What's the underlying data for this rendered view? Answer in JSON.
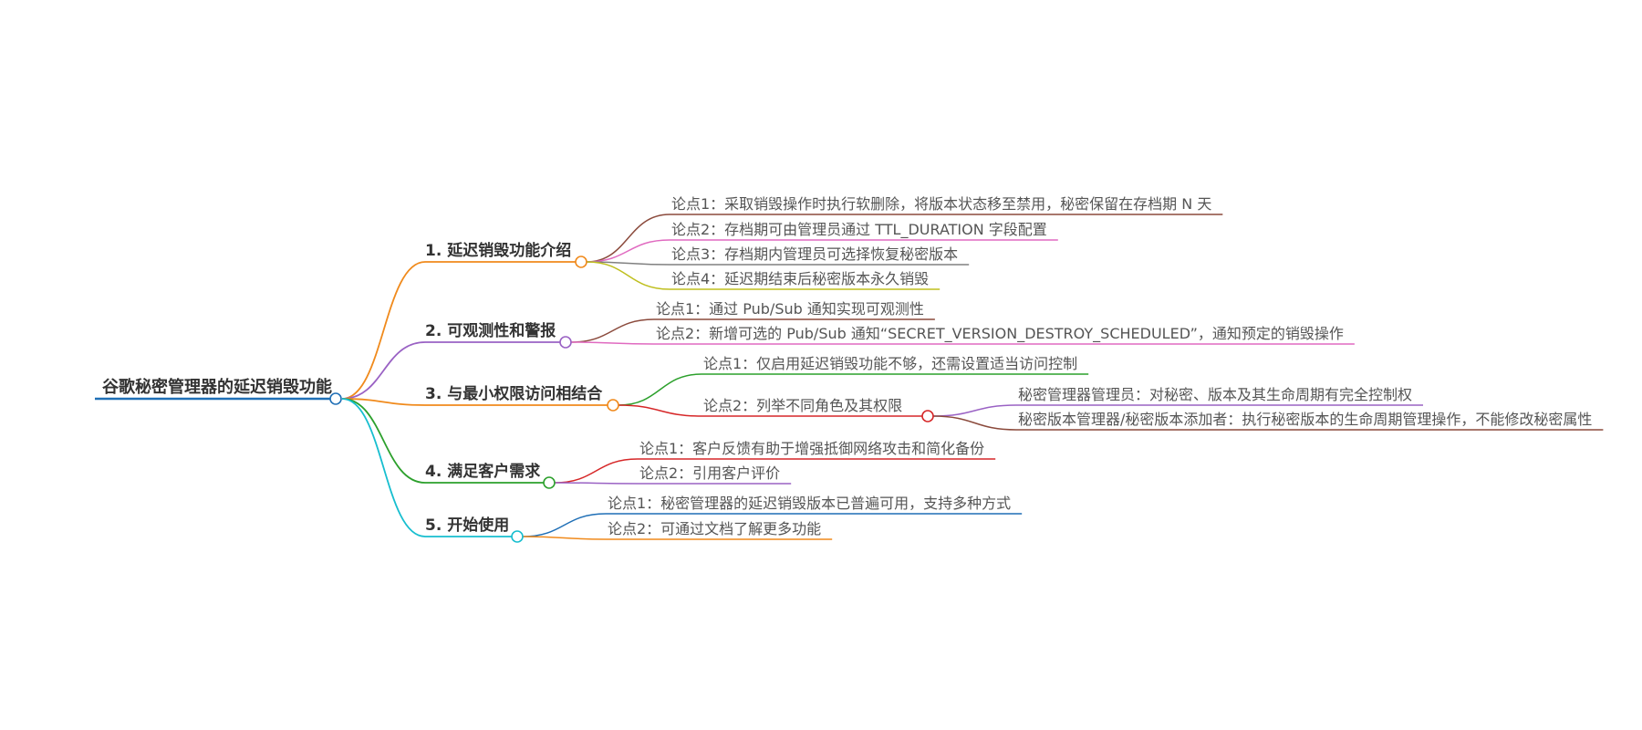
{
  "root": {
    "label": "谷歌秘密管理器的延迟销毁功能",
    "color": "#1f6fb6"
  },
  "branches": [
    {
      "label": "1. 延迟销毁功能介绍",
      "color": "#f08a1c",
      "children": [
        {
          "label": "论点1：采取销毁操作时执行软删除，将版本状态移至禁用，秘密保留在存档期 N 天",
          "color": "#8b4a3c"
        },
        {
          "label": "论点2：存档期可由管理员通过 TTL_DURATION 字段配置",
          "color": "#e06ac0"
        },
        {
          "label": "论点3：存档期内管理员可选择恢复秘密版本",
          "color": "#808080"
        },
        {
          "label": "论点4：延迟期结束后秘密版本永久销毁",
          "color": "#bfbf1f"
        }
      ]
    },
    {
      "label": "2. 可观测性和警报",
      "color": "#9a62c4",
      "children": [
        {
          "label": "论点1：通过 Pub/Sub 通知实现可观测性",
          "color": "#8b4a3c"
        },
        {
          "label": "论点2：新增可选的 Pub/Sub 通知“SECRET_VERSION_DESTROY_SCHEDULED”，通知预定的销毁操作",
          "color": "#e06ac0"
        }
      ]
    },
    {
      "label": "3. 与最小权限访问相结合",
      "color": "#f08a1c",
      "children": [
        {
          "label": "论点1：仅启用延迟销毁功能不够，还需设置适当访问控制",
          "color": "#2ca02c"
        },
        {
          "label": "论点2：列举不同角色及其权限",
          "color": "#d62728",
          "children": [
            {
              "label": "秘密管理器管理员：对秘密、版本及其生命周期有完全控制权",
              "color": "#9a62c4"
            },
            {
              "label": "秘密版本管理器/秘密版本添加者：执行秘密版本的生命周期管理操作，不能修改秘密属性",
              "color": "#8b4a3c"
            }
          ]
        }
      ]
    },
    {
      "label": "4. 满足客户需求",
      "color": "#2ca02c",
      "children": [
        {
          "label": "论点1：客户反馈有助于增强抵御网络攻击和简化备份",
          "color": "#d62728"
        },
        {
          "label": "论点2：引用客户评价",
          "color": "#9a62c4"
        }
      ]
    },
    {
      "label": "5. 开始使用",
      "color": "#17becf",
      "children": [
        {
          "label": "论点1：秘密管理器的延迟销毁版本已普遍可用，支持多种方式",
          "color": "#1f6fb6"
        },
        {
          "label": "论点2：可通过文档了解更多功能",
          "color": "#f08a1c"
        }
      ]
    }
  ]
}
